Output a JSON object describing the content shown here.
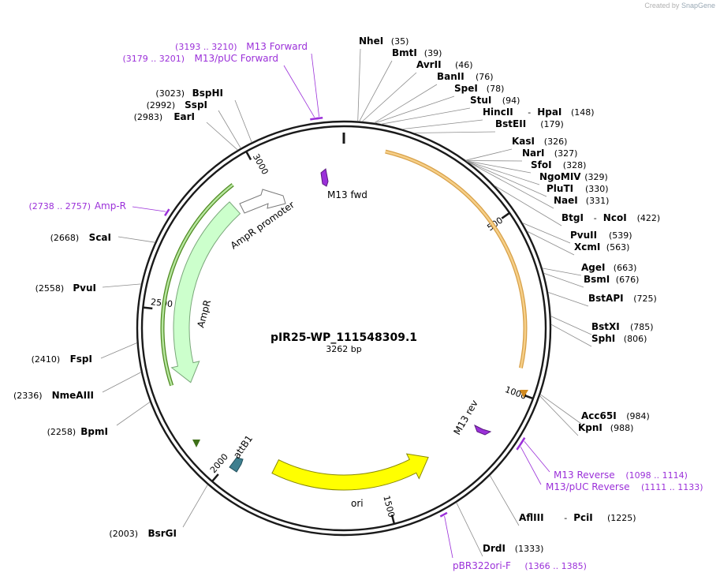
{
  "credit": {
    "prefix": "Created by",
    "brand": "SnapGene"
  },
  "plasmid": {
    "name": "pIR25-WP_111548309.1",
    "length_label": "3262 bp",
    "length": 3262
  },
  "ticks": [
    {
      "bp": 500,
      "label": "500"
    },
    {
      "bp": 1000,
      "label": "1000"
    },
    {
      "bp": 1500,
      "label": "1500"
    },
    {
      "bp": 2000,
      "label": "2000"
    },
    {
      "bp": 2500,
      "label": "2500"
    },
    {
      "bp": 3000,
      "label": "3000"
    }
  ],
  "enzymes": [
    {
      "name": "NheI",
      "pos": "(35)",
      "bp": 35,
      "side": "right"
    },
    {
      "name": "BmtI",
      "pos": "(39)",
      "bp": 39,
      "side": "right"
    },
    {
      "name": "AvrII",
      "pos": "(46)",
      "bp": 46,
      "side": "right"
    },
    {
      "name": "BanII",
      "pos": "(76)",
      "bp": 76,
      "side": "right"
    },
    {
      "name": "SpeI",
      "pos": "(78)",
      "bp": 78,
      "side": "right"
    },
    {
      "name": "StuI",
      "pos": "(94)",
      "bp": 94,
      "side": "right"
    },
    {
      "name": "HincII",
      "name2": "HpaI",
      "pos": "(148)",
      "bp": 148,
      "side": "right"
    },
    {
      "name": "BstEII",
      "pos": "(179)",
      "bp": 179,
      "side": "right"
    },
    {
      "name": "KasI",
      "pos": "(326)",
      "bp": 326,
      "side": "right"
    },
    {
      "name": "NarI",
      "pos": "(327)",
      "bp": 327,
      "side": "right"
    },
    {
      "name": "SfoI",
      "pos": "(328)",
      "bp": 328,
      "side": "right"
    },
    {
      "name": "NgoMIV",
      "pos": "(329)",
      "bp": 329,
      "side": "right"
    },
    {
      "name": "PluTI",
      "pos": "(330)",
      "bp": 330,
      "side": "right"
    },
    {
      "name": "NaeI",
      "pos": "(331)",
      "bp": 331,
      "side": "right"
    },
    {
      "name": "BtgI",
      "name2": "NcoI",
      "pos": "(422)",
      "bp": 422,
      "side": "right"
    },
    {
      "name": "PvuII",
      "pos": "(539)",
      "bp": 539,
      "side": "right"
    },
    {
      "name": "XcmI",
      "pos": "(563)",
      "bp": 563,
      "side": "right"
    },
    {
      "name": "AgeI",
      "pos": "(663)",
      "bp": 663,
      "side": "right"
    },
    {
      "name": "BsmI",
      "pos": "(676)",
      "bp": 676,
      "side": "right"
    },
    {
      "name": "BstAPI",
      "pos": "(725)",
      "bp": 725,
      "side": "right"
    },
    {
      "name": "BstXI",
      "pos": "(785)",
      "bp": 785,
      "side": "right"
    },
    {
      "name": "SphI",
      "pos": "(806)",
      "bp": 806,
      "side": "right"
    },
    {
      "name": "Acc65I",
      "pos": "(984)",
      "bp": 984,
      "side": "right"
    },
    {
      "name": "KpnI",
      "pos": "(988)",
      "bp": 988,
      "side": "right"
    },
    {
      "name": "AflIII",
      "name2": "PciI",
      "pos": "(1225)",
      "bp": 1225,
      "side": "right"
    },
    {
      "name": "DrdI",
      "pos": "(1333)",
      "bp": 1333,
      "side": "right"
    },
    {
      "name": "BsrGI",
      "pos": "(2003)",
      "bp": 2003,
      "side": "left"
    },
    {
      "name": "BpmI",
      "pos": "(2258)",
      "bp": 2258,
      "side": "left"
    },
    {
      "name": "NmeAIII",
      "pos": "(2336)",
      "bp": 2336,
      "side": "left"
    },
    {
      "name": "FspI",
      "pos": "(2410)",
      "bp": 2410,
      "side": "left"
    },
    {
      "name": "PvuI",
      "pos": "(2558)",
      "bp": 2558,
      "side": "left"
    },
    {
      "name": "ScaI",
      "pos": "(2668)",
      "bp": 2668,
      "side": "left"
    },
    {
      "name": "EarI",
      "pos": "(2983)",
      "bp": 2983,
      "side": "left"
    },
    {
      "name": "SspI",
      "pos": "(2992)",
      "bp": 2992,
      "side": "left"
    },
    {
      "name": "BspHI",
      "pos": "(3023)",
      "bp": 3023,
      "side": "left"
    }
  ],
  "primers": [
    {
      "name": "M13 Forward",
      "range": "(3193 .. 3210)",
      "start": 3193,
      "end": 3210,
      "side": "left"
    },
    {
      "name": "M13/pUC Forward",
      "range": "(3179 .. 3201)",
      "start": 3179,
      "end": 3201,
      "side": "left"
    },
    {
      "name": "Amp-R",
      "range": "(2738 .. 2757)",
      "start": 2738,
      "end": 2757,
      "side": "left"
    },
    {
      "name": "M13 Reverse",
      "range": "(1098 .. 1114)",
      "start": 1098,
      "end": 1114,
      "side": "right"
    },
    {
      "name": "M13/pUC Reverse",
      "range": "(1111 .. 1133)",
      "start": 1111,
      "end": 1133,
      "side": "right"
    },
    {
      "name": "pBR322ori-F",
      "range": "(1366 .. 1385)",
      "start": 1366,
      "end": 1385,
      "side": "right"
    }
  ],
  "features": [
    {
      "name": "AmpR promoter",
      "color": "#ffffff"
    },
    {
      "name": "AmpR",
      "color": "#ccffcc"
    },
    {
      "name": "ori",
      "color": "#ffff00"
    },
    {
      "name": "attB1",
      "color": "#3e7f8f"
    },
    {
      "name": "M13 fwd",
      "color": "#9b30d9"
    },
    {
      "name": "M13 rev",
      "color": "#9b30d9"
    }
  ],
  "colors": {
    "primer": "#9b30d9",
    "orange_feature": "#f0b860",
    "green_feature": "#5a9a2a"
  }
}
